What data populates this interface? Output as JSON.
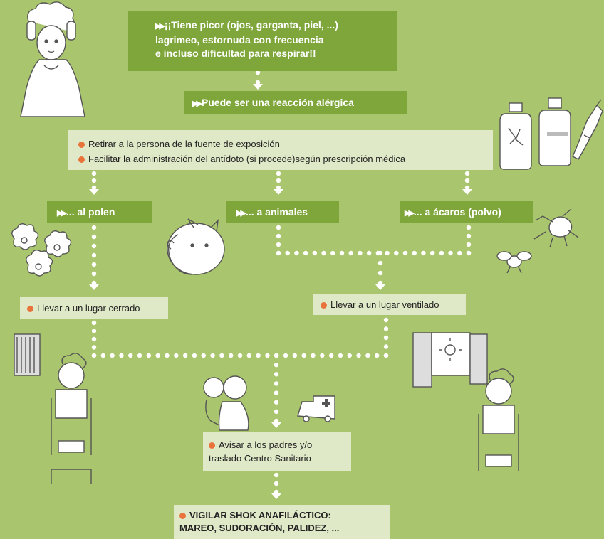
{
  "top_box": {
    "lines": [
      "¡¡Tiene picor (ojos, garganta, piel, ...)",
      "lagrimeo, estornuda con frecuencia",
      "e incluso dificultad para respirar!!"
    ]
  },
  "reaction_box": {
    "label": "Puede ser una reacción alérgica"
  },
  "actions_box": {
    "items": [
      "Retirar a la persona de la fuente de exposición",
      "Facilitar la administración del antídoto (si procede)según prescripción médica"
    ]
  },
  "causes": [
    {
      "label": "... al polen"
    },
    {
      "label": "... a animales"
    },
    {
      "label": "... a ácaros (polvo)"
    }
  ],
  "closed_place": {
    "label": "Llevar a un lugar cerrado"
  },
  "ventilated_place": {
    "label": "Llevar a un lugar ventilado"
  },
  "notify_box": {
    "lines": [
      "Avisar a los padres y/o",
      "traslado Centro Sanitario"
    ]
  },
  "final_box": {
    "lines": [
      "VIGILAR SHOK ANAFILÁCTICO:",
      "MAREO, SUDORACIÓN, PALIDEZ, ..."
    ]
  },
  "colors": {
    "background": "#a9c56e",
    "dark_box": "#7ea63a",
    "light_box": "#dfe8c7",
    "bullet": "#e8743b",
    "connector": "#ffffff"
  },
  "icons": [
    "allergic-person-icon",
    "medicine-bottles-icon",
    "flowers-icon",
    "cat-icon",
    "mite-icon",
    "fly-icon",
    "window-closed-icon",
    "window-open-icon",
    "ambulance-icon",
    "mother-child-icon",
    "seated-person-icon"
  ]
}
